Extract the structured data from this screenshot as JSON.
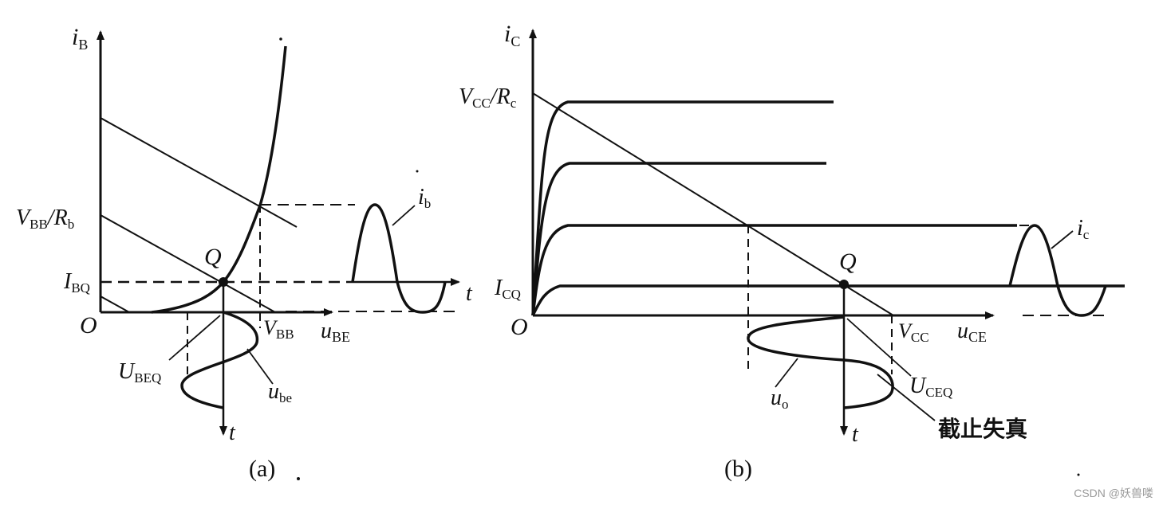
{
  "panel_a": {
    "axis_y": {
      "main": "i",
      "sub": "B"
    },
    "axis_x": {
      "main": "u",
      "sub": "BE"
    },
    "origin": "O",
    "label_vbb_rb": {
      "v": "V",
      "vsub": "BB",
      "slash": "/",
      "r": "R",
      "rsub": "b"
    },
    "label_ibq": {
      "main": "I",
      "sub": "BQ"
    },
    "label_q": "Q",
    "label_vbb": {
      "main": "V",
      "sub": "BB"
    },
    "label_ubeq": {
      "main": "U",
      "sub": "BEQ"
    },
    "label_ube": {
      "main": "u",
      "sub": "be"
    },
    "label_ib": {
      "main": "i",
      "sub": "b"
    },
    "label_t_right": "t",
    "label_t_down": "t",
    "caption": "(a)"
  },
  "panel_b": {
    "axis_y": {
      "main": "i",
      "sub": "C"
    },
    "axis_x": {
      "main": "u",
      "sub": "CE"
    },
    "origin": "O",
    "label_vcc_rc": {
      "v": "V",
      "vsub": "CC",
      "slash": "/",
      "r": "R",
      "rsub": "c"
    },
    "label_icq": {
      "main": "I",
      "sub": "CQ"
    },
    "label_q": "Q",
    "label_vcc": {
      "main": "V",
      "sub": "CC"
    },
    "label_uceq": {
      "main": "U",
      "sub": "CEQ"
    },
    "label_uo": {
      "main": "u",
      "sub": "o"
    },
    "label_ic": {
      "main": "i",
      "sub": "c"
    },
    "label_t_down": "t",
    "label_cutoff": "截止失真",
    "caption": "(b)"
  },
  "watermark": "CSDN @妖兽喽",
  "colors": {
    "ink": "#111111",
    "watermark": "#9a9a9a"
  }
}
